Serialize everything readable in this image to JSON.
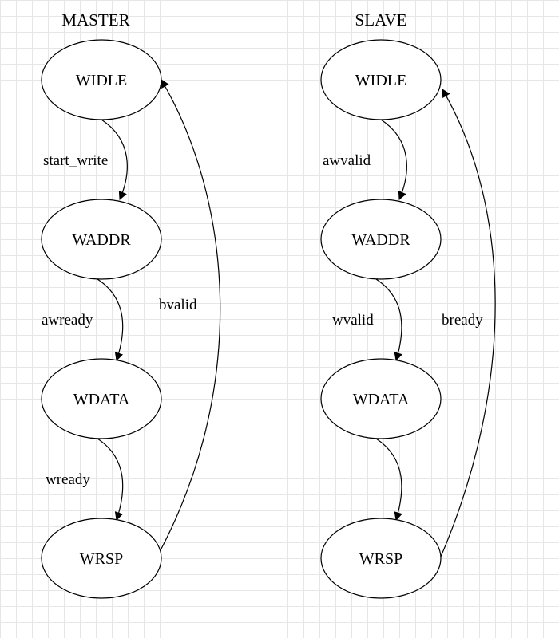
{
  "diagrams": {
    "master": {
      "title": "MASTER",
      "states": [
        "WIDLE",
        "WADDR",
        "WDATA",
        "WRSP"
      ],
      "transitions": [
        "start_write",
        "awready",
        "wready",
        "bvalid"
      ]
    },
    "slave": {
      "title": "SLAVE",
      "states": [
        "WIDLE",
        "WADDR",
        "WDATA",
        "WRSP"
      ],
      "transitions": [
        "awvalid",
        "wvalid",
        "",
        "bready"
      ]
    }
  }
}
